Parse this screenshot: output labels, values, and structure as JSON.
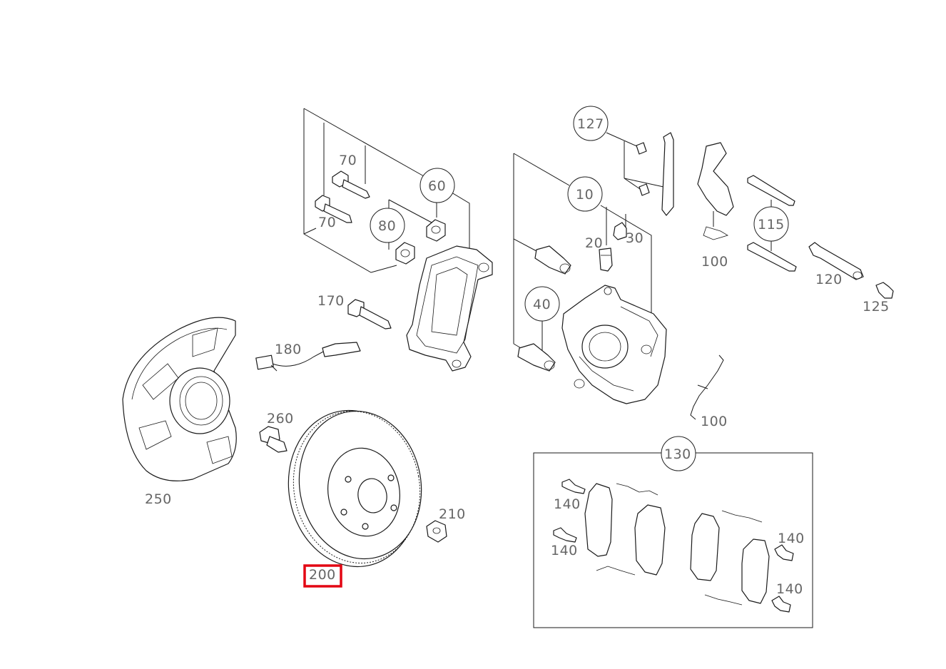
{
  "callouts": {
    "c127": "127",
    "c70a": "70",
    "c70b": "70",
    "c60": "60",
    "c80": "80",
    "c10": "10",
    "c20": "20",
    "c30": "30",
    "c115": "115",
    "c100a": "100",
    "c120": "120",
    "c125": "125",
    "c170": "170",
    "c40": "40",
    "c180": "180",
    "c260": "260",
    "c100b": "100",
    "c130": "130",
    "c250": "250",
    "c210": "210",
    "c140a": "140",
    "c140b": "140",
    "c140c": "140",
    "c140d": "140",
    "c200": "200"
  },
  "highlight": {
    "selected_part": "200",
    "color": "#e30613"
  },
  "colors": {
    "line": "#1a1a1a",
    "label": "#666666",
    "background": "#ffffff"
  }
}
